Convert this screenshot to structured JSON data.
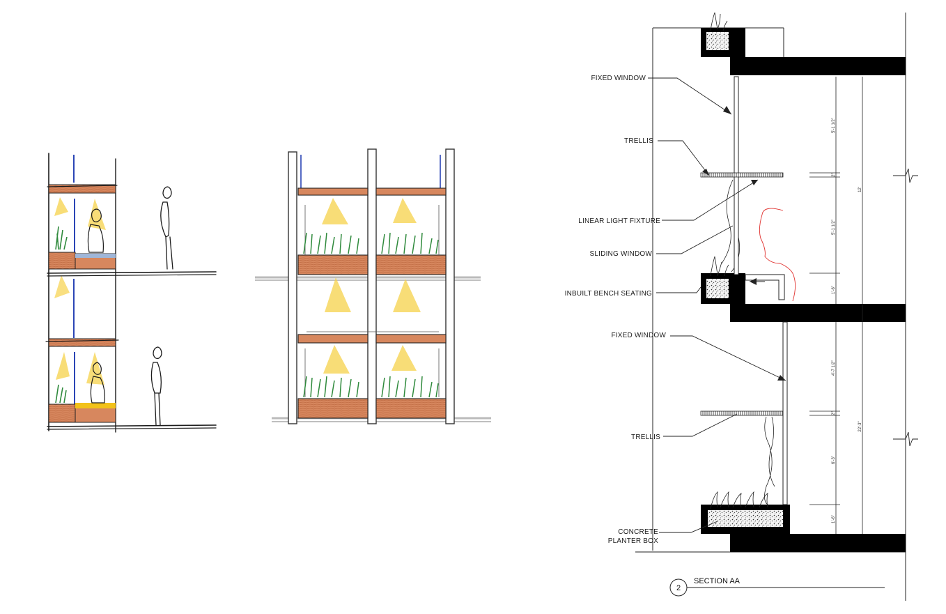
{
  "section": {
    "number": "2",
    "title": "SECTION AA"
  },
  "callouts": {
    "fixed_window_upper": "FIXED WINDOW",
    "trellis_upper": "TRELLIS",
    "linear_light_fixture": "LINEAR LIGHT FIXTURE",
    "sliding_window": "SLIDING WINDOW",
    "inbuilt_bench_seating": "INBUILT BENCH SEATING",
    "fixed_window_lower": "FIXED WINDOW",
    "trellis_lower": "TRELLIS",
    "planter_box_line1": "CONCRETE",
    "planter_box_line2": "PLANTER BOX"
  },
  "dimensions": {
    "upper_top": "5'-1 1/2\"",
    "upper_trellis": "2\"",
    "upper_mid": "5'-1 1/2\"",
    "upper_bench": "1'-6\"",
    "upper_total": "12'",
    "lower_top": "4'-7 1/2\"",
    "lower_trellis": "2\"",
    "lower_mid": "6'-3\"",
    "lower_bench": "1'-6\"",
    "lower_total": "22'-3\""
  },
  "colors": {
    "wood": "#d7875e",
    "wood_dark": "#b8623c",
    "glass": "#2a45b5",
    "light": "#f6d24a",
    "plant": "#2f8a3c",
    "bench": "#f2c21a",
    "slab": "#000000",
    "sketch_line": "#e0312e"
  }
}
